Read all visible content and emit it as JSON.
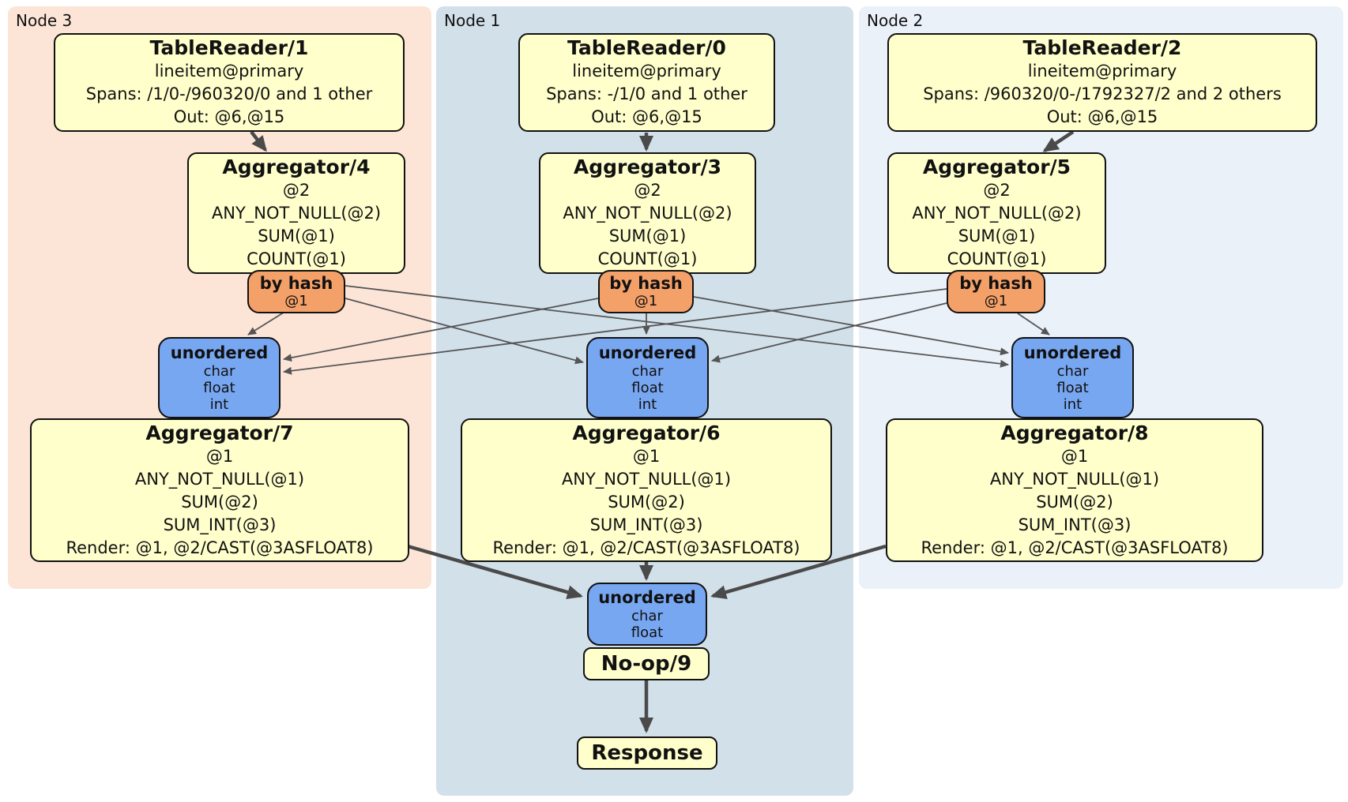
{
  "regions": [
    {
      "label": "Node 3"
    },
    {
      "label": "Node 1"
    },
    {
      "label": "Node 2"
    }
  ],
  "processors": {
    "tr1": {
      "title": "TableReader/1",
      "lines": [
        "lineitem@primary",
        "Spans: /1/0-/960320/0 and 1 other",
        "Out: @6,@15"
      ]
    },
    "tr0": {
      "title": "TableReader/0",
      "lines": [
        "lineitem@primary",
        "Spans: -/1/0 and 1 other",
        "Out: @6,@15"
      ]
    },
    "tr2": {
      "title": "TableReader/2",
      "lines": [
        "lineitem@primary",
        "Spans: /960320/0-/1792327/2 and 2 others",
        "Out: @6,@15"
      ]
    },
    "agg4": {
      "title": "Aggregator/4",
      "lines": [
        "@2",
        "ANY_NOT_NULL(@2)",
        "SUM(@1)",
        "COUNT(@1)"
      ]
    },
    "agg3": {
      "title": "Aggregator/3",
      "lines": [
        "@2",
        "ANY_NOT_NULL(@2)",
        "SUM(@1)",
        "COUNT(@1)"
      ]
    },
    "agg5": {
      "title": "Aggregator/5",
      "lines": [
        "@2",
        "ANY_NOT_NULL(@2)",
        "SUM(@1)",
        "COUNT(@1)"
      ]
    },
    "agg7": {
      "title": "Aggregator/7",
      "lines": [
        "@1",
        "ANY_NOT_NULL(@1)",
        "SUM(@2)",
        "SUM_INT(@3)",
        "Render: @1, @2/CAST(@3ASFLOAT8)"
      ]
    },
    "agg6": {
      "title": "Aggregator/6",
      "lines": [
        "@1",
        "ANY_NOT_NULL(@1)",
        "SUM(@2)",
        "SUM_INT(@3)",
        "Render: @1, @2/CAST(@3ASFLOAT8)"
      ]
    },
    "agg8": {
      "title": "Aggregator/8",
      "lines": [
        "@1",
        "ANY_NOT_NULL(@1)",
        "SUM(@2)",
        "SUM_INT(@3)",
        "Render: @1, @2/CAST(@3ASFLOAT8)"
      ]
    },
    "noop": {
      "title": "No-op/9"
    },
    "response": {
      "title": "Response"
    }
  },
  "routers": {
    "node3": {
      "title": "by hash",
      "detail": "@1"
    },
    "node1": {
      "title": "by hash",
      "detail": "@1"
    },
    "node2": {
      "title": "by hash",
      "detail": "@1"
    }
  },
  "syncs": {
    "node3": {
      "title": "unordered",
      "lines": [
        "char",
        "float",
        "int"
      ]
    },
    "node1": {
      "title": "unordered",
      "lines": [
        "char",
        "float",
        "int"
      ]
    },
    "node2": {
      "title": "unordered",
      "lines": [
        "char",
        "float",
        "int"
      ]
    },
    "final": {
      "title": "unordered",
      "lines": [
        "char",
        "float"
      ]
    }
  },
  "colors": {
    "node3_bg": "#fce5d7",
    "node1_bg": "#d2e0ea",
    "node2_bg": "#ebf1f9",
    "processor_bg": "#ffffcc",
    "router_bg": "#f4a069",
    "sync_bg": "#78a7f2",
    "edge_thin": "#555555",
    "edge_thick": "#4a4a4a"
  }
}
